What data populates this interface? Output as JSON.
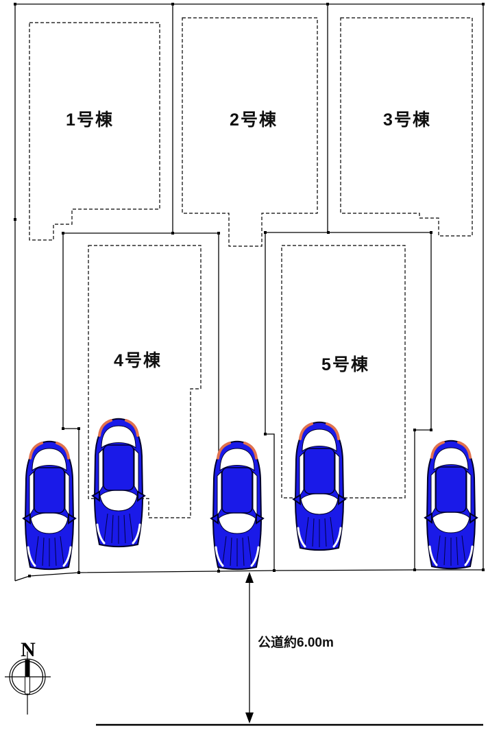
{
  "plan_title": "site-plan",
  "buildings": [
    {
      "id": 1,
      "label": "1号棟"
    },
    {
      "id": 2,
      "label": "2号棟"
    },
    {
      "id": 3,
      "label": "3号棟"
    },
    {
      "id": 4,
      "label": "4号棟"
    },
    {
      "id": 5,
      "label": "5号棟"
    }
  ],
  "road": {
    "label": "公道約6.00m"
  },
  "compass": {
    "label": "N"
  },
  "cars": {
    "count": 5
  },
  "colors": {
    "line": "#000000",
    "car_body": "#1a1ae8",
    "car_accent": "#e0714f",
    "glass": "#ffffff",
    "background": "#ffffff"
  }
}
